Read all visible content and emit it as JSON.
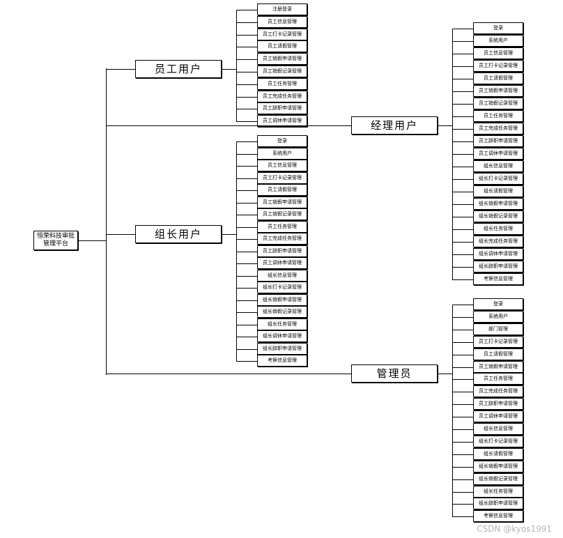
{
  "root": {
    "title": "恒荣科技审批\n管理平台"
  },
  "groups": [
    {
      "name": "员工用户",
      "items": [
        "注册登录",
        "员工信息管理",
        "员工打卡记录管理",
        "员工请假管理",
        "员工销假申请管理",
        "员工销假记录管理",
        "员工任务管理",
        "员工完成任务管理",
        "员工辞职申请管理",
        "员工调休申请管理"
      ]
    },
    {
      "name": "经理用户",
      "items": [
        "登录",
        "系统用户",
        "员工信息管理",
        "员工打卡记录管理",
        "员工请假管理",
        "员工销假申请管理",
        "员工销假记录管理",
        "员工任务管理",
        "员工完成任务管理",
        "员工辞职申请管理",
        "员工调休申请管理",
        "组长信息管理",
        "组长打卡记录管理",
        "组长请假管理",
        "组长销假申请管理",
        "组长销假记录管理",
        "组长任务管理",
        "组长完成任务管理",
        "组长调休申请管理",
        "组长辞职申请管理",
        "考察信息管理"
      ]
    },
    {
      "name": "组长用户",
      "items": [
        "登录",
        "系统用户",
        "员工信息管理",
        "员工打卡记录管理",
        "员工请假管理",
        "员工销假申请管理",
        "员工销假记录管理",
        "员工任务管理",
        "员工完成任务管理",
        "员工辞职申请管理",
        "员工调休申请管理",
        "组长信息管理",
        "组长打卡记录管理",
        "组长销假申请管理",
        "组长销假记录管理",
        "组长任务管理",
        "组长调休申请管理",
        "组长辞职申请管理",
        "考察信息管理"
      ]
    },
    {
      "name": "管理员",
      "items": [
        "登录",
        "系统用户",
        "部门管理",
        "员工打卡记录管理",
        "员工请假管理",
        "员工销假申请管理",
        "员工任务管理",
        "员工完成任务管理",
        "员工辞职申请管理",
        "员工调休申请管理",
        "组长信息管理",
        "组长打卡记录管理",
        "组长请假管理",
        "组长销假申请管理",
        "组长销假记录管理",
        "组长任务管理",
        "组长辞职申请管理",
        "考察信息管理"
      ]
    }
  ],
  "watermark": "CSDN @kyos1991"
}
